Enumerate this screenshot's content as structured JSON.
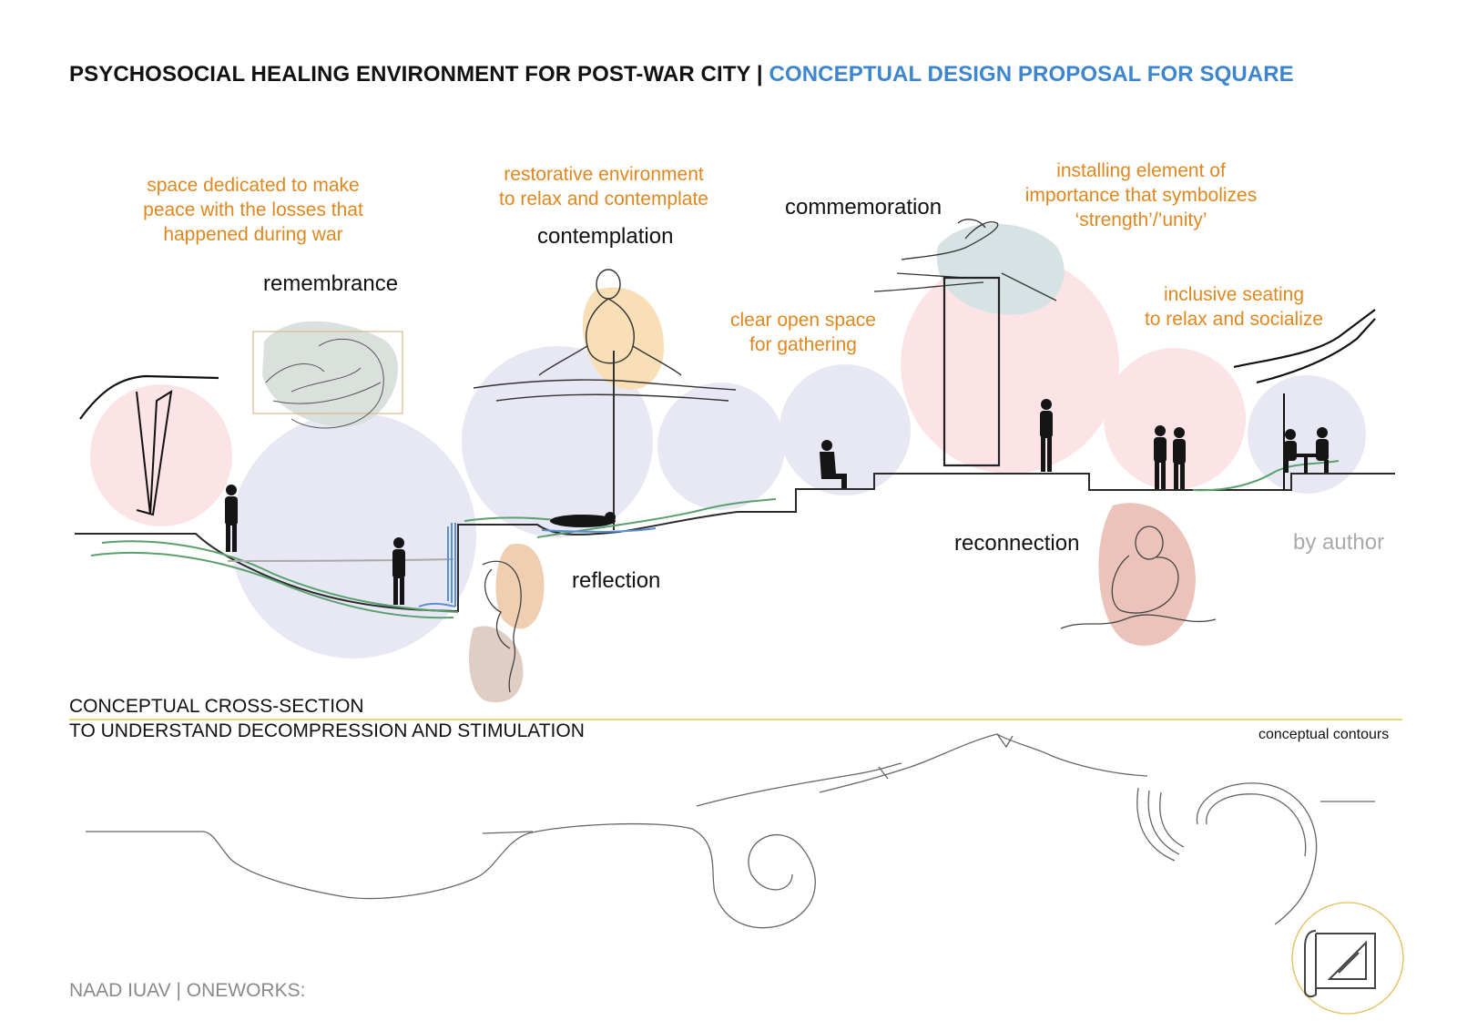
{
  "header": {
    "title_main": "PSYCHOSOCIAL HEALING ENVIRONMENT FOR POST-WAR CITY |",
    "title_sub": "CONCEPTUAL DESIGN PROPOSAL FOR SQUARE"
  },
  "notes": {
    "losses": [
      "space dedicated to make",
      "peace with the losses that",
      "happened during war"
    ],
    "restorative": [
      "restorative environment",
      "to relax and contemplate"
    ],
    "open_space": [
      "clear open space",
      "for gathering"
    ],
    "installing": [
      "installing element of",
      "importance that symbolizes",
      "‘strength’/’unity’"
    ],
    "seating": [
      "inclusive seating",
      "to relax and socialize"
    ]
  },
  "zones": {
    "remembrance": "remembrance",
    "contemplation": "contemplation",
    "commemoration": "commemoration",
    "reflection": "reflection",
    "reconnection": "reconnection"
  },
  "credit": "by author",
  "section": {
    "line1": "CONCEPTUAL CROSS-SECTION",
    "line2": "TO UNDERSTAND DECOMPRESSION AND STIMULATION"
  },
  "contours_label": "conceptual contours",
  "footer": "NAAD IUAV | ONEWORKS:",
  "colors": {
    "title_blue": "#3d86cf",
    "note_orange": "#e0871f",
    "circle_pink": "#fbe3e6",
    "circle_lavender": "#e7e7f3",
    "accent_green": "#5aa06e",
    "water_blue": "#5b8fd0",
    "divider_yellow": "#e8d97a"
  }
}
